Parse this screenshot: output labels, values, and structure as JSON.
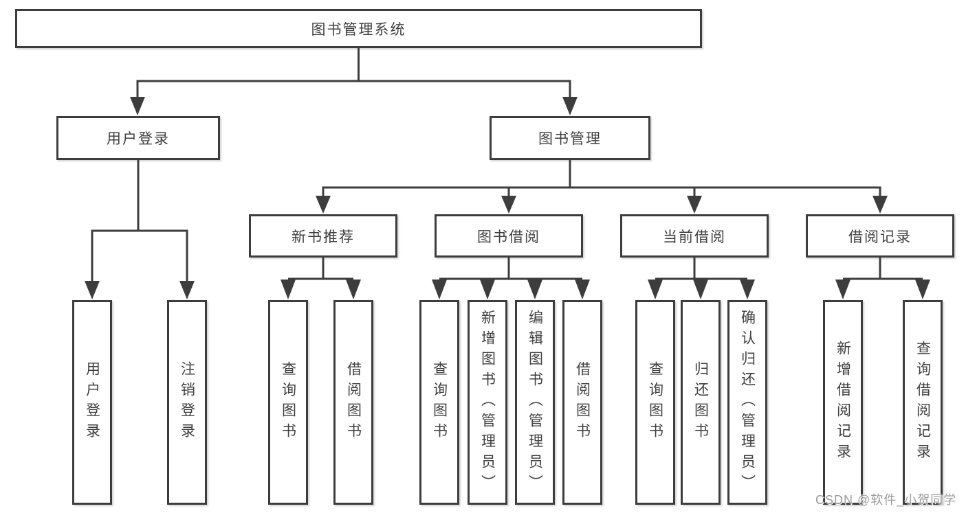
{
  "diagram": {
    "root": "图书管理系统",
    "level2": [
      "用户登录",
      "图书管理"
    ],
    "level3": [
      "新书推荐",
      "图书借阅",
      "当前借阅",
      "借阅记录"
    ],
    "level4": [
      "用户登录",
      "注销登录",
      "查询图书",
      "借阅图书",
      "查询图书",
      "新增图书（管理员）",
      "编辑图书（管理员）",
      "借阅图书",
      "查询图书",
      "归还图书",
      "确认归还（管理员）",
      "新增借阅记录",
      "查询借阅记录"
    ]
  },
  "watermark": "CSDN @软件_小贺同学",
  "colors": {
    "line": "#3d3d3d",
    "text": "#3f3f3f",
    "watermark": "#9b9b9b",
    "background": "#ffffff"
  }
}
